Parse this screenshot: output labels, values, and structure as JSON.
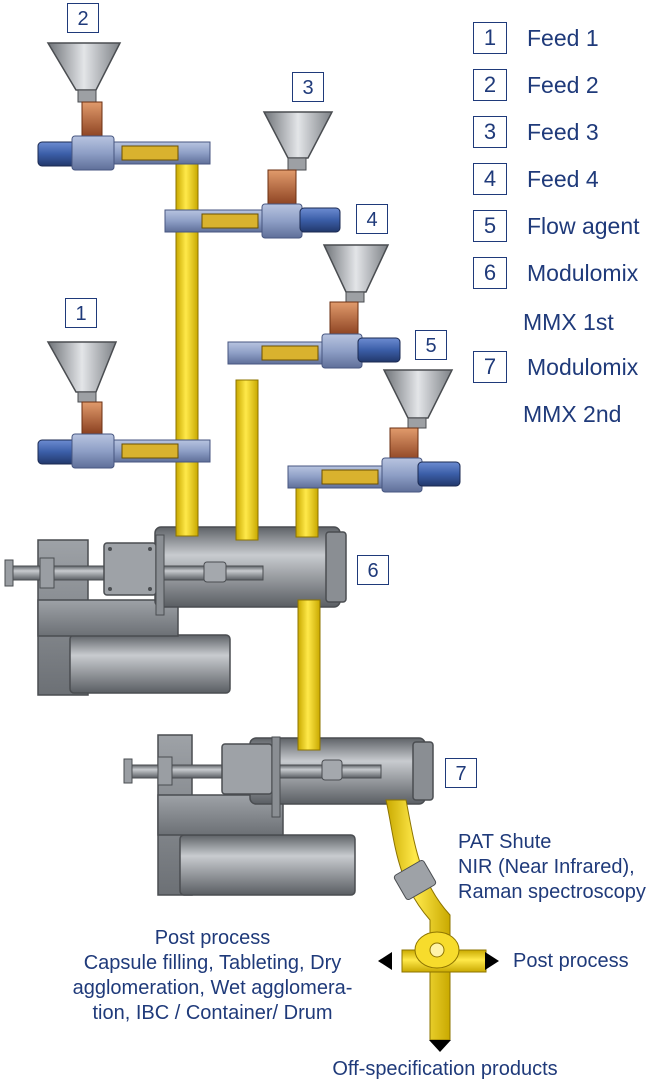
{
  "legend": [
    {
      "num": "1",
      "label": "Feed 1"
    },
    {
      "num": "2",
      "label": "Feed 2"
    },
    {
      "num": "3",
      "label": "Feed 3"
    },
    {
      "num": "4",
      "label": "Feed 4"
    },
    {
      "num": "5",
      "label": "Flow agent"
    },
    {
      "num": "6",
      "label": "Modulomix",
      "sub": "MMX 1st"
    },
    {
      "num": "7",
      "label": "Modulomix",
      "sub": "MMX 2nd"
    }
  ],
  "callouts": {
    "c1": "1",
    "c2": "2",
    "c3": "3",
    "c4": "4",
    "c5": "5",
    "c6": "6",
    "c7": "7"
  },
  "pat": {
    "line1": "PAT Shute",
    "line2": "NIR (Near Infrared),",
    "line3": "Raman spectroscopy"
  },
  "post_left": {
    "line1": "Post process",
    "line2": "Capsule filling, Tableting, Dry",
    "line3": "agglomeration, Wet agglomera-",
    "line4": "tion, IBC / Container/ Drum"
  },
  "post_right": "Post process",
  "off_spec": "Off-specification products",
  "colors": {
    "text": "#1f3a7a",
    "pipe": "#f2d21a",
    "machine": "#8c9196",
    "feeder_body": "#8e9fc6",
    "motor": "#3b5ea8",
    "hopper": "#b9bcc0",
    "spring": "#c0683a"
  }
}
